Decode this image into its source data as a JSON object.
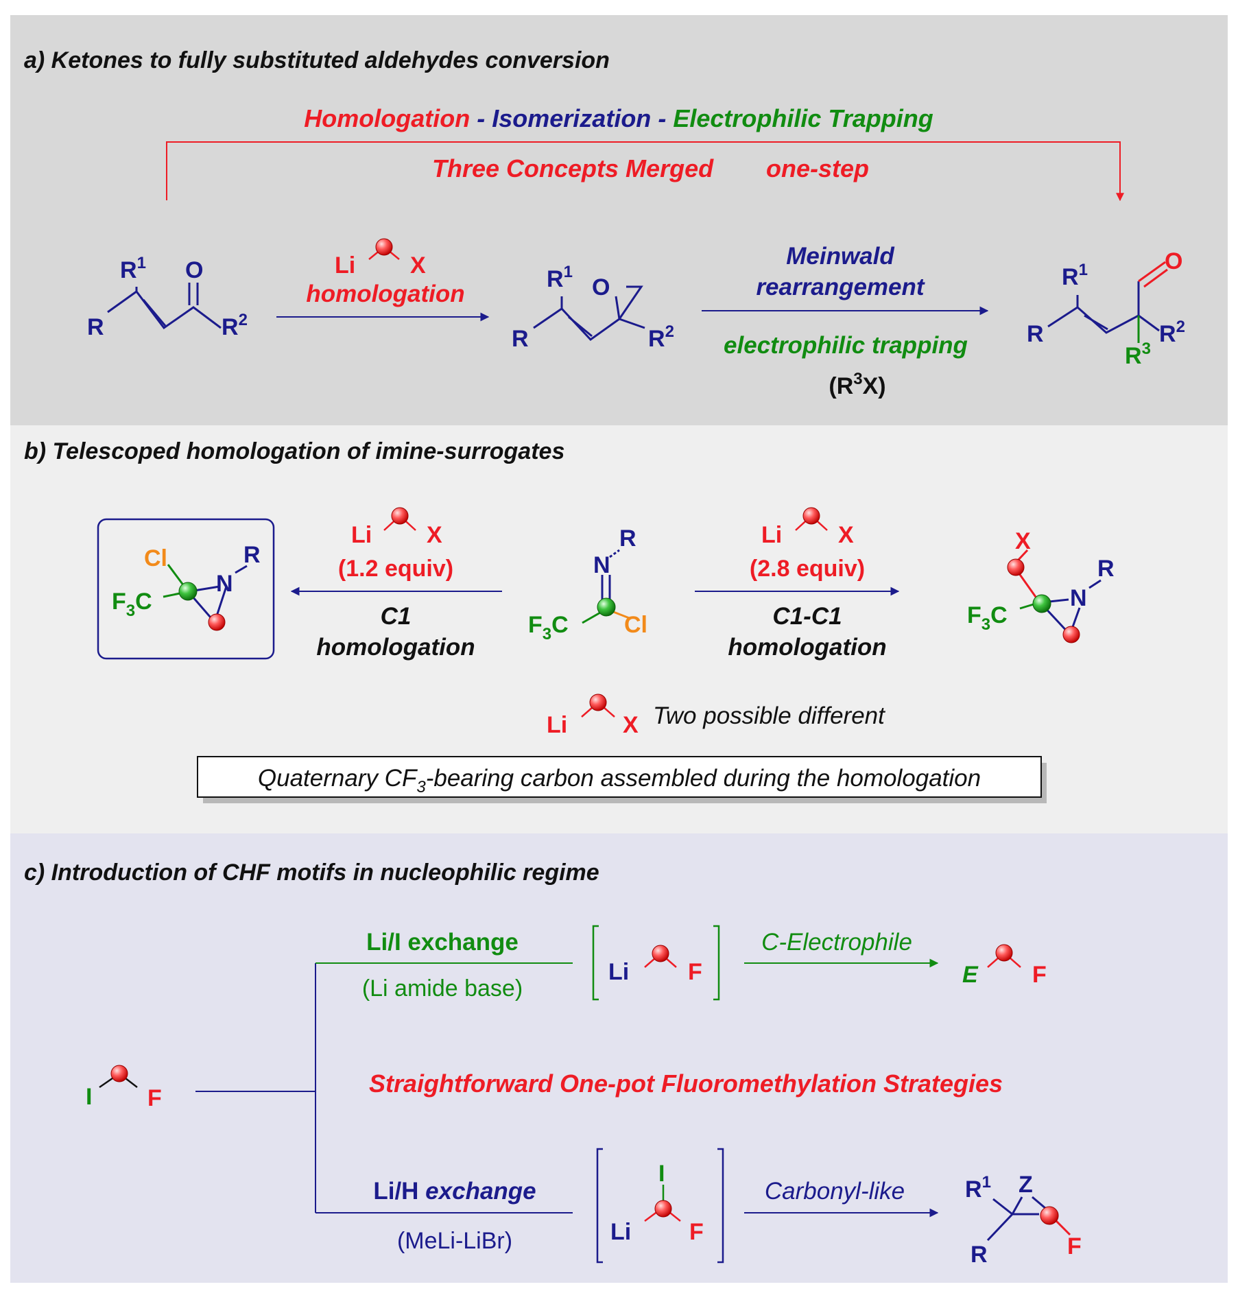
{
  "colors": {
    "red": "#ee1c25",
    "navy": "#1b1b8c",
    "green": "#118c11",
    "orange": "#f28a1a",
    "black": "#111111",
    "panel_a": "#d8d8d8",
    "panel_b": "#efefef",
    "panel_c": "#e3e3ef"
  },
  "panel_a": {
    "title": "a) Ketones to fully substituted aldehydes conversion",
    "banner": {
      "part1": "Homologation",
      "sep1": " - ",
      "part2": "Isomerization",
      "sep2": " - ",
      "part3": "Electrophilic Trapping"
    },
    "merged": "Three Concepts Merged",
    "onestep": "one-step",
    "arrow1_top": "homologation",
    "arrow2_top1": "Meinwald",
    "arrow2_top2": "rearrangement",
    "arrow2_bottom": "electrophilic trapping",
    "arrow2_reagent": "(R",
    "arrow2_reagent_sup": "3",
    "arrow2_reagent_end": "X)"
  },
  "panel_b": {
    "title": "b) Telescoped homologation of imine-surrogates",
    "left_equiv": "(1.2 equiv)",
    "left_label1": "C1",
    "left_label2": "homologation",
    "right_equiv": "(2.8 equiv)",
    "right_label1": "C1-C1",
    "right_label2": "homologation",
    "two_possible": "Two possible different",
    "quaternary_pre": "Quaternary CF",
    "quaternary_sub": "3",
    "quaternary_post": "-bearing carbon assembled during the homologation"
  },
  "panel_c": {
    "title": "c) Introduction of CHF motifs in nucleophilic regime",
    "top_label1": "Li/I exchange",
    "top_label2": "(Li amide base)",
    "top_arrow": "C-Electrophile",
    "middle": "Straightforward One-pot Fluoromethylation Strategies",
    "bottom_label1a": "Li/H",
    "bottom_label1b": " exchange",
    "bottom_label2": "(MeLi-LiBr)",
    "bottom_arrow": "Carbonyl-like"
  },
  "atoms": {
    "R": "R",
    "R1": "R",
    "R2": "R",
    "R3": "R",
    "one": "1",
    "two": "2",
    "three": "3",
    "O": "O",
    "Li": "Li",
    "X": "X",
    "N": "N",
    "Cl": "Cl",
    "F": "F",
    "F3C_a": "F",
    "F3C_sub": "3",
    "F3C_c": "C",
    "I": "I",
    "E": "E",
    "Z": "Z"
  }
}
